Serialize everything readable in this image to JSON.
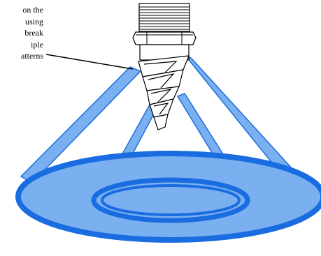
{
  "caption": {
    "lines": [
      "on the",
      "using",
      "break",
      "iple",
      "atterns"
    ]
  },
  "colors": {
    "spray_fill": "#7ab0f0",
    "spray_stroke": "#1a6de0",
    "nozzle_fill": "#ffffff",
    "nozzle_stroke": "#000000"
  }
}
